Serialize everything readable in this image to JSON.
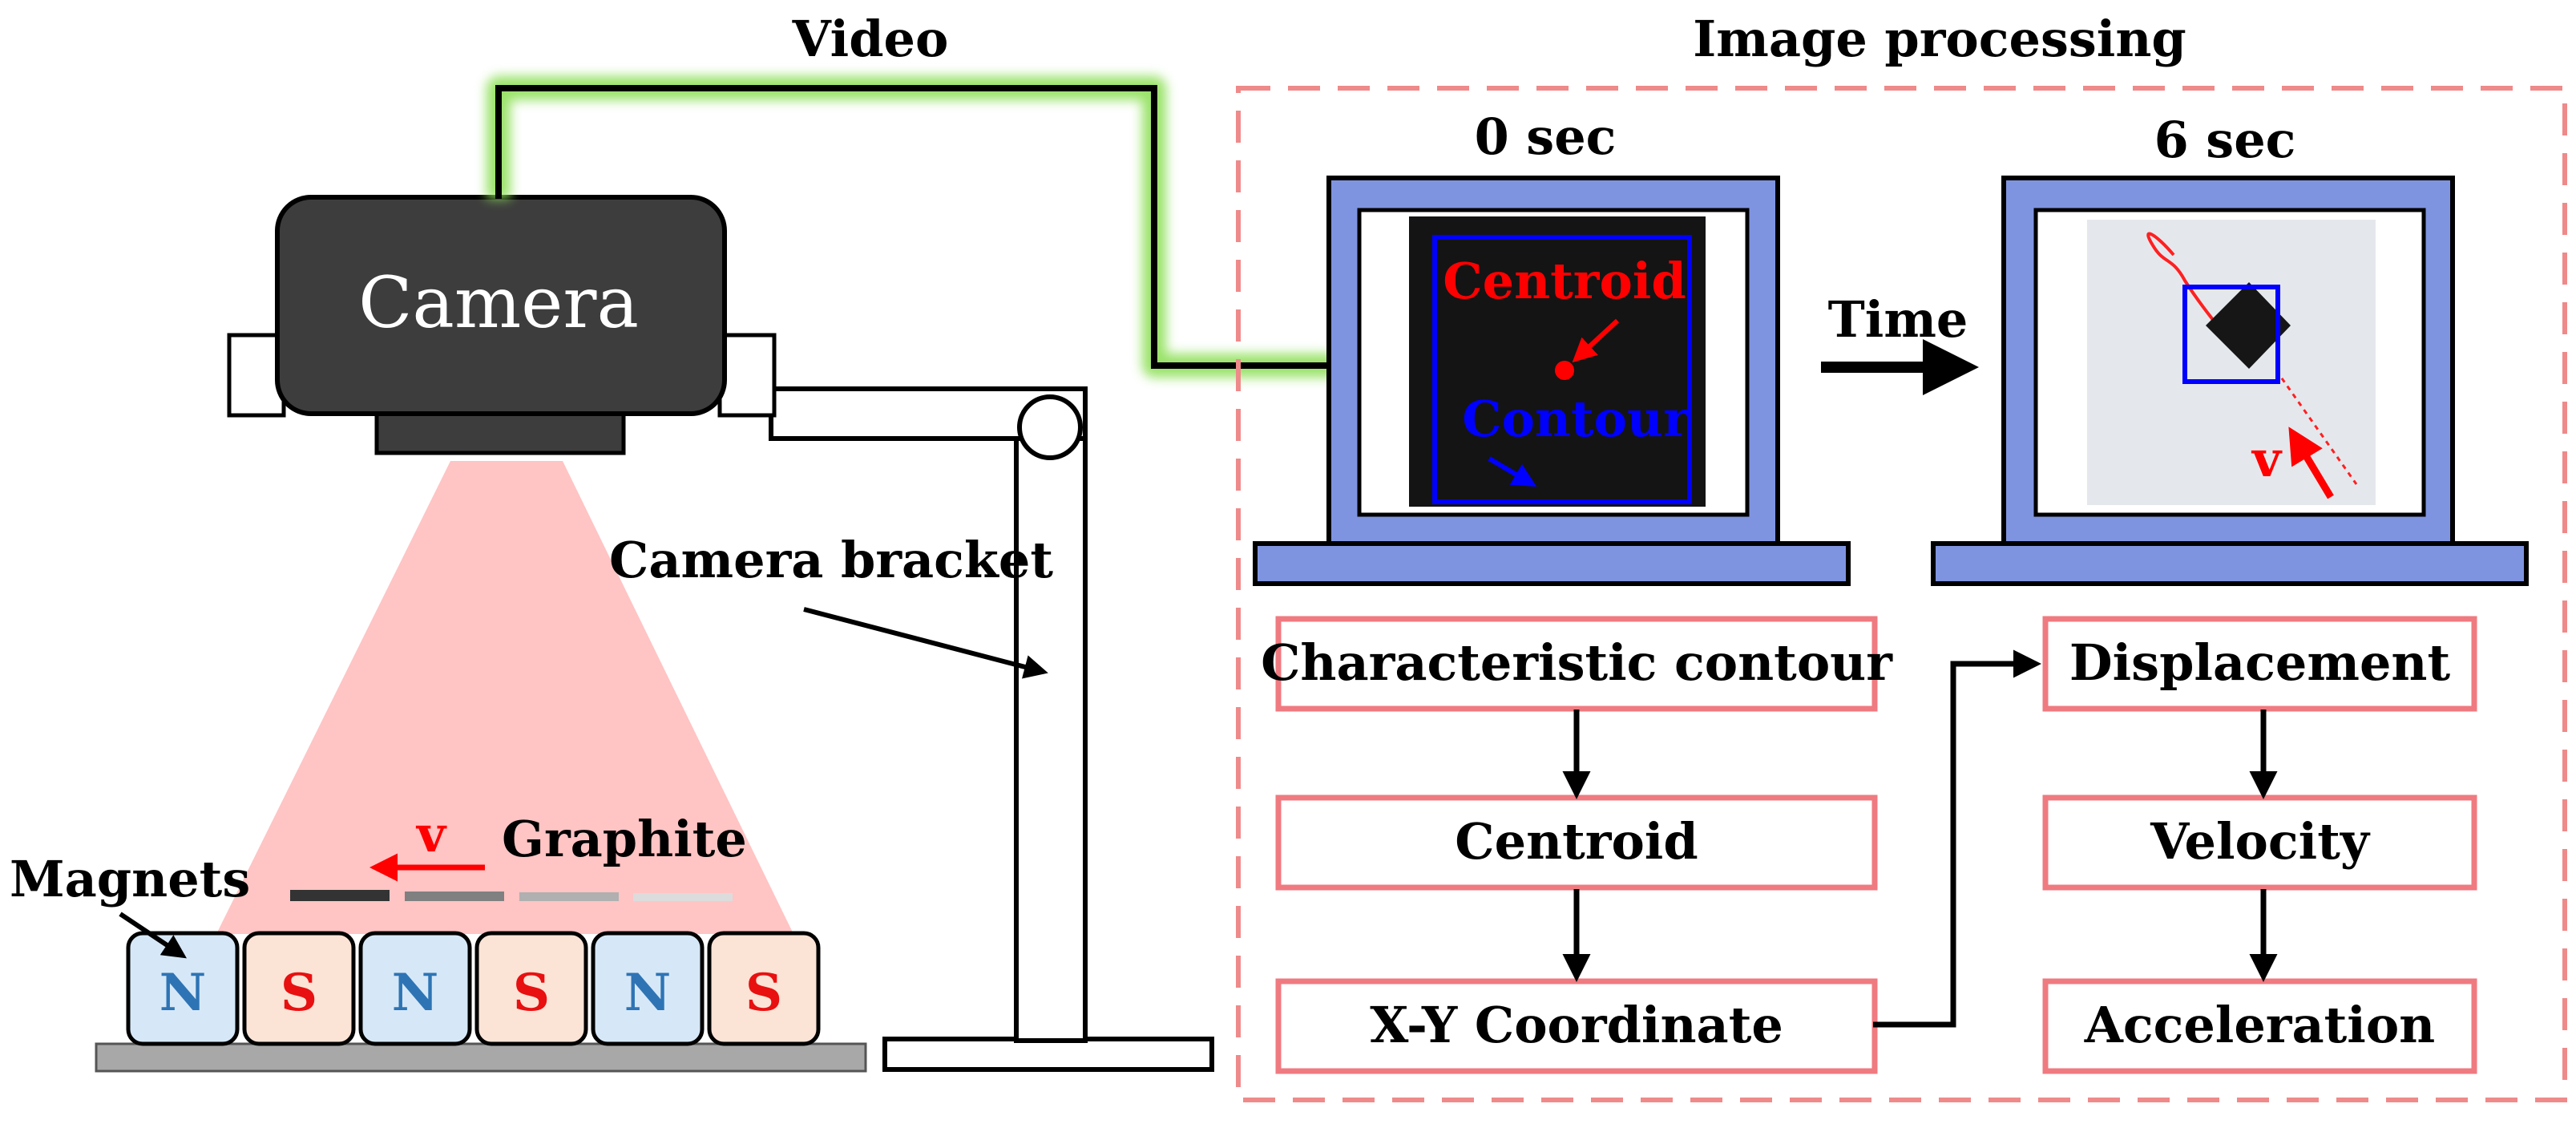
{
  "labels": {
    "video": "Video",
    "image_processing": "Image processing",
    "camera": "Camera",
    "camera_bracket": "Camera bracket",
    "graphite": "Graphite",
    "magnets": "Magnets",
    "velocity_symbol": "v",
    "time": "Time"
  },
  "magnets": [
    "N",
    "S",
    "N",
    "S",
    "N",
    "S"
  ],
  "monitors": [
    {
      "time_label": "0 sec",
      "centroid_label": "Centroid",
      "contour_label": "Contour"
    },
    {
      "time_label": "6 sec",
      "velocity_label": "v"
    }
  ],
  "pipeline": {
    "left": [
      "Characteristic contour",
      "Centroid",
      "X-Y Coordinate"
    ],
    "right": [
      "Displacement",
      "Velocity",
      "Acceleration"
    ]
  },
  "colors": {
    "camera_body": "#3d3d3d",
    "video_glow": "#8fe05a",
    "field_of_view": "#ffc4c4",
    "dashed_frame": "#ef8a8a",
    "box_border": "#ef7a80",
    "monitor_frame": "#7f94e0",
    "magnet_north_fill": "#d6e8f7",
    "magnet_north_text": "#2e74b5",
    "magnet_south_fill": "#fbe3d6",
    "magnet_south_text": "#e81010",
    "base": "#a8a8a8",
    "centroid_red": "#ff0000",
    "contour_blue": "#0000ff"
  }
}
